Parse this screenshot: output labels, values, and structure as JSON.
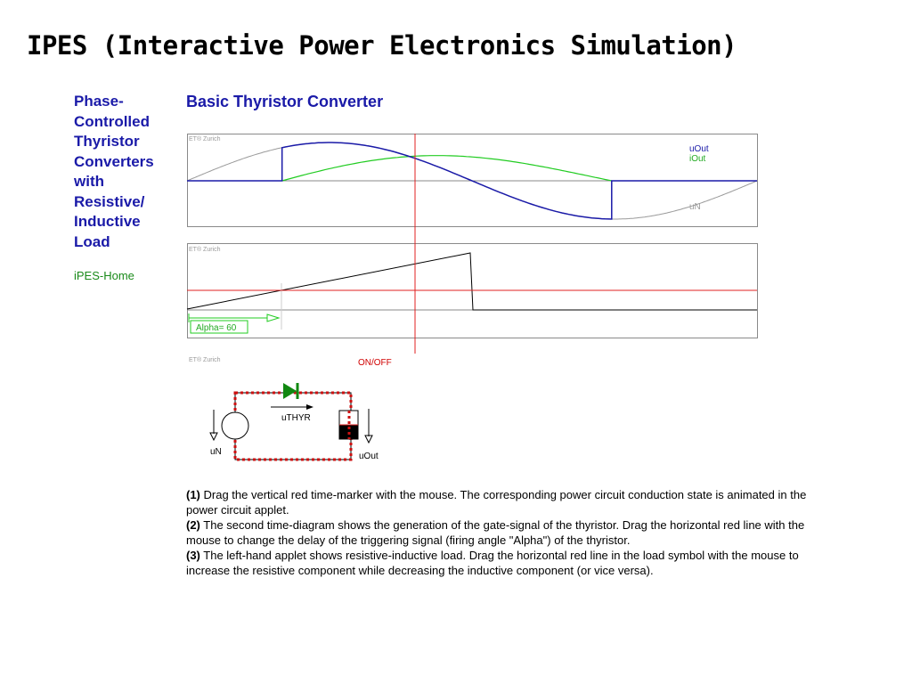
{
  "slide": {
    "title": "IPES (Interactive Power Electronics Simulation)"
  },
  "sidebar": {
    "title_lines": [
      "Phase-",
      "Controlled",
      "Thyristor",
      "Converters",
      "with",
      "Resistive/",
      "Inductive",
      "Load"
    ],
    "home_link": "iPES-Home"
  },
  "applet": {
    "title": "Basic Thyristor Converter",
    "watermark": "ET® Zurich",
    "diagram1": {
      "legend": {
        "uout": "uOut",
        "iout": "iOut",
        "un": "uN"
      },
      "colors": {
        "uout": "#1a1aa8",
        "iout": "#22cc22",
        "un": "#9a9a9a",
        "marker": "#e02020",
        "axis": "#8a8a8a"
      }
    },
    "diagram2": {
      "alpha_label": "Alpha= 60",
      "firing_angle_deg": 60,
      "colors": {
        "ramp": "#000000",
        "threshold": "#e02020",
        "alpha": "#22cc22"
      }
    },
    "onoff_label": "ON/OFF",
    "circuit": {
      "source_label": "uN",
      "thyristor_label": "uTHYR",
      "output_label": "uOut",
      "colors": {
        "conduction_path": "#cc1111",
        "thyristor": "#118811"
      }
    }
  },
  "instructions": [
    {
      "num": "(1)",
      "text": " Drag the vertical red time-marker with the mouse. The corresponding power circuit conduction state is animated in the power circuit applet."
    },
    {
      "num": "(2)",
      "text": " The second time-diagram shows the generation of the gate-signal of the thyristor. Drag the horizontal red line with the mouse to change the delay of the triggering signal (firing angle \"Alpha\") of the thyristor."
    },
    {
      "num": "(3)",
      "text": " The left-hand applet shows resistive-inductive load. Drag the horizontal red line in the load symbol with the mouse to increase the resistive component while decreasing the inductive component (or vice versa)."
    }
  ]
}
